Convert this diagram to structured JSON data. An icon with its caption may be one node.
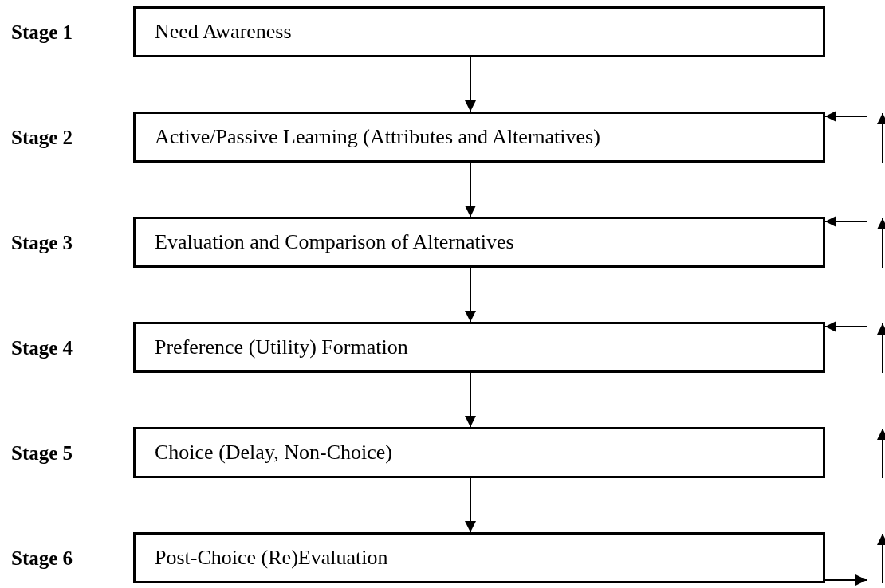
{
  "diagram": {
    "nodes": [
      {
        "text": [
          "Need Awareness"
        ],
        "beside": [
          "Stage 1"
        ]
      },
      {
        "text": [
          "Active/Passive Learning (Attributes and Alternatives)"
        ],
        "beside": [
          "Stage 2"
        ]
      },
      {
        "text": [
          "Evaluation and Comparison of Alternatives"
        ],
        "beside": [
          "Stage 3"
        ]
      },
      {
        "text": [
          "Preference (Utility) Formation"
        ],
        "beside": [
          "Stage 4"
        ]
      },
      {
        "text": [
          "Choice (Delay, Non-Choice)"
        ],
        "beside": [
          "Stage 5"
        ]
      },
      {
        "text": [
          "Post-Choice (Re)Evaluation"
        ],
        "beside": [
          "Stage 6"
        ]
      }
    ],
    "edges": [
      {
        "from": 0,
        "to": 1,
        "arrow": "to"
      },
      {
        "from": 1,
        "to": 2,
        "arrow": "to"
      },
      {
        "from": 2,
        "to": 3,
        "arrow": "to"
      },
      {
        "from": 3,
        "to": 4,
        "arrow": "to"
      },
      {
        "from": 4,
        "to": 5,
        "arrow": "to"
      },
      {
        "from": null,
        "to": 1,
        "arrow": "to"
      },
      {
        "from": null,
        "to": 2,
        "arrow": "to"
      },
      {
        "from": null,
        "to": 3,
        "arrow": "to"
      },
      {
        "from": 5,
        "to": null,
        "arrow": "to"
      }
    ]
  }
}
